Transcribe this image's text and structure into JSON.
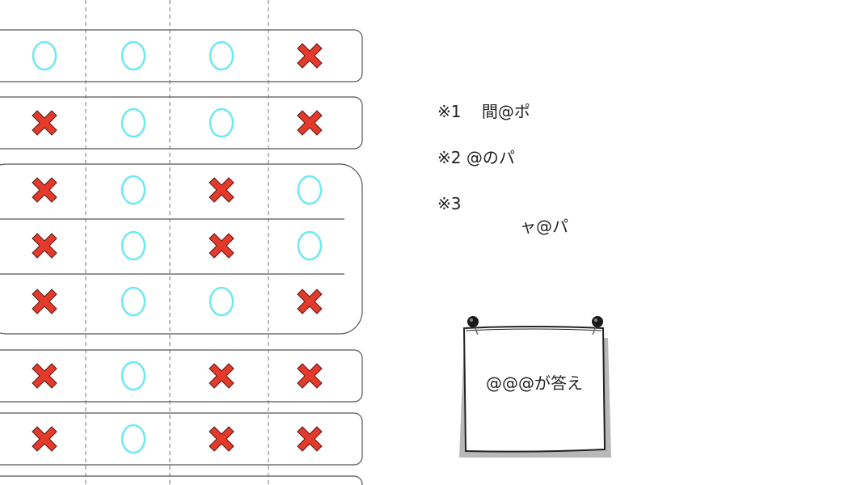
{
  "colors": {
    "circle": "#6fe8f2",
    "cross_fill": "#e33a2c",
    "cross_stroke": "#5a1a14",
    "row_border": "#555555",
    "dash": "#777777"
  },
  "grid": {
    "columns": 4,
    "groups": [
      {
        "rows": [
          [
            "circle",
            "circle",
            "circle",
            "cross"
          ]
        ]
      },
      {
        "rows": [
          [
            "cross",
            "circle",
            "circle",
            "cross"
          ]
        ]
      },
      {
        "rows": [
          [
            "cross",
            "circle",
            "cross",
            "circle"
          ],
          [
            "cross",
            "circle",
            "cross",
            "circle"
          ],
          [
            "cross",
            "circle",
            "circle",
            "cross"
          ]
        ]
      },
      {
        "rows": [
          [
            "cross",
            "circle",
            "cross",
            "cross"
          ]
        ]
      },
      {
        "rows": [
          [
            "cross",
            "circle",
            "cross",
            "cross"
          ]
        ]
      },
      {
        "rows": []
      }
    ]
  },
  "notes": [
    {
      "label": "※1    間@ポ"
    },
    {
      "label": "※2 @のパ"
    },
    {
      "label": "※3"
    },
    {
      "label": "ャ@パ"
    }
  ],
  "board": {
    "label": "@@@が答え",
    "pin_icon": "pushpin-icon"
  }
}
